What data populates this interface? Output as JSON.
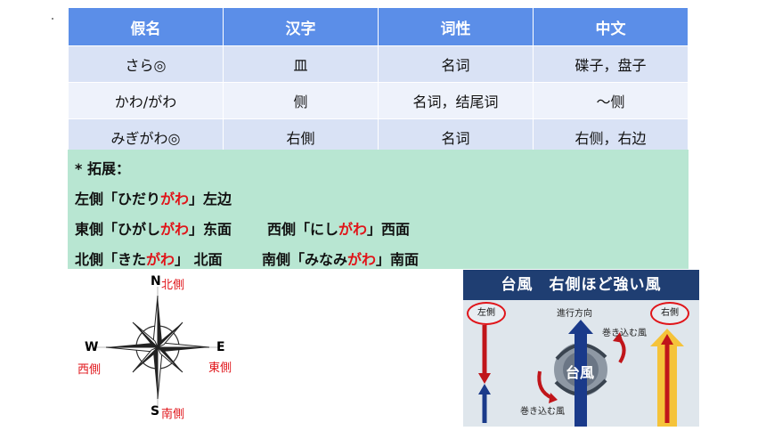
{
  "table": {
    "headers": [
      "假名",
      "汉字",
      "词性",
      "中文"
    ],
    "rows": [
      [
        "さら◎",
        "皿",
        "名词",
        "碟子，盘子"
      ],
      [
        "かわ/がわ",
        "侧",
        "名词，结尾词",
        "～侧"
      ],
      [
        "みぎがわ◎",
        "右側",
        "名词",
        "右侧，右边"
      ]
    ]
  },
  "extension": {
    "title": "* 拓展：",
    "line1": {
      "a": "左側「ひだり",
      "b": "がわ",
      "c": "」左边"
    },
    "line2": {
      "a": "東側「ひがし",
      "b": "がわ",
      "c": "」东面",
      "d": "西側「にし",
      "e": "がわ",
      "f": "」西面"
    },
    "line3": {
      "a": "北側「きた",
      "b": "がわ",
      "c": "」 北面",
      "d": "南側「みなみ",
      "e": "がわ",
      "f": "」南面"
    }
  },
  "compass": {
    "n": "N",
    "n_label": "北側",
    "s": "S",
    "s_label": "南側",
    "e": "E",
    "e_label": "東側",
    "w": "W",
    "w_label": "西側"
  },
  "typhoon": {
    "title": "台風　右側ほど強い風",
    "left_side": "左側",
    "right_side": "右側",
    "direction": "進行方向",
    "wind_top": "巻き込む風",
    "wind_bottom": "巻き込む風",
    "center": "台風"
  },
  "colors": {
    "header_blue": "#5b8ee8",
    "row_blue": "#d9e2f5",
    "ext_green": "#b8e6d2",
    "accent_red": "#e0151a",
    "banner_navy": "#1f3e72"
  }
}
